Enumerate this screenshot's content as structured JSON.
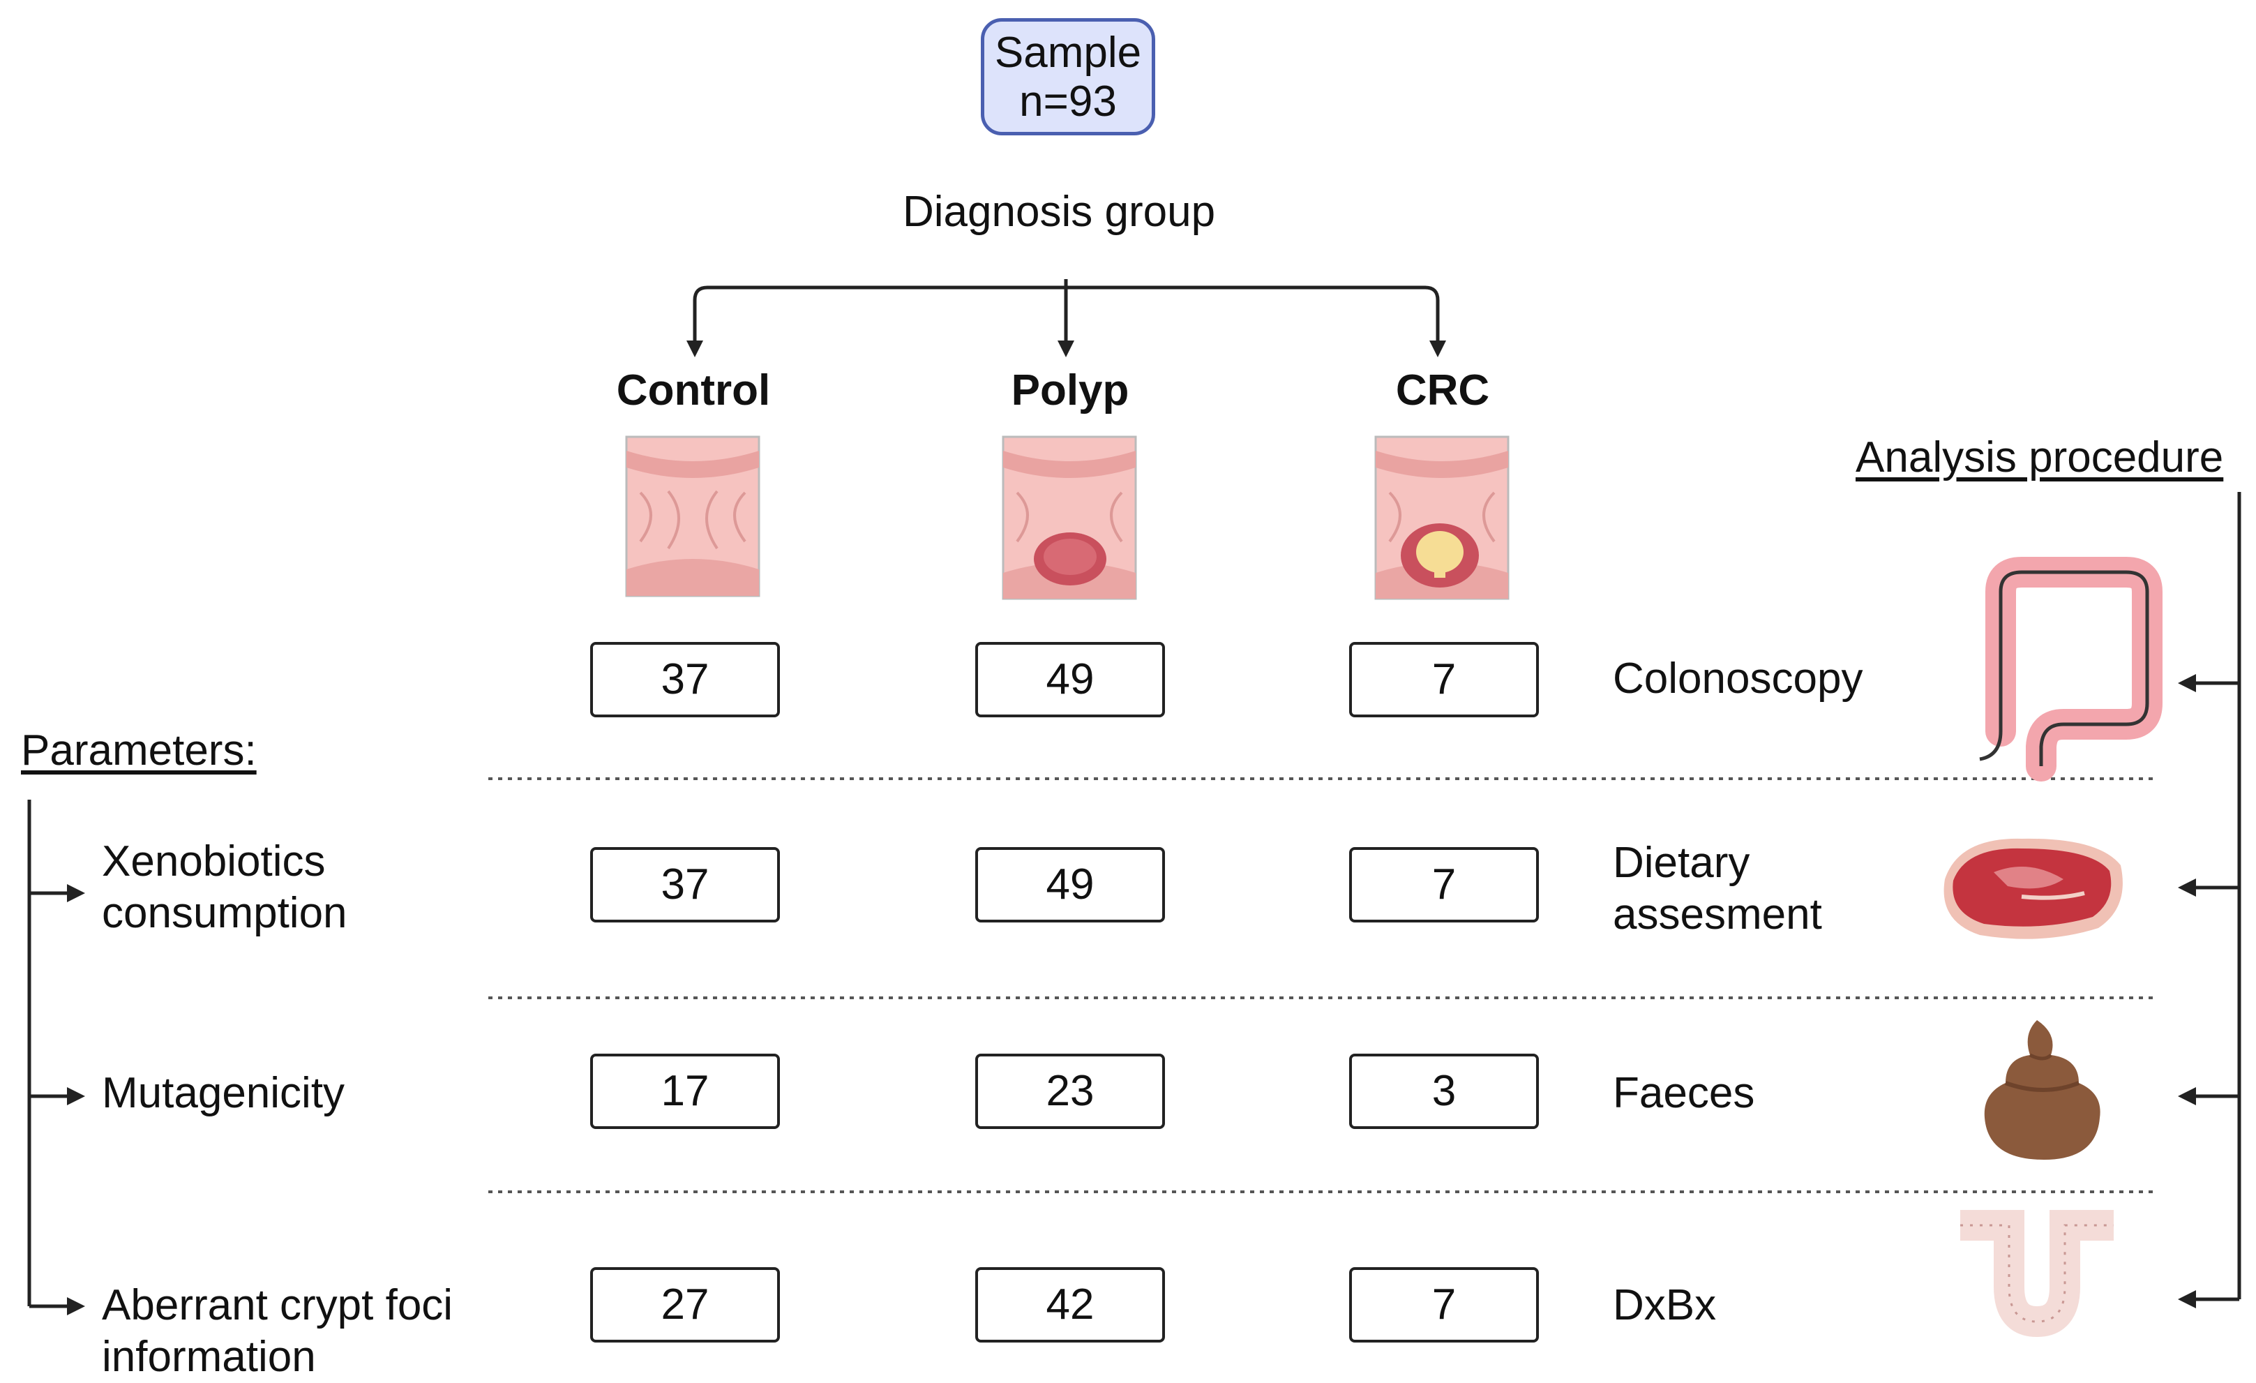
{
  "sample": {
    "line1": "Sample",
    "line2": "n=93"
  },
  "diagnosis_label": "Diagnosis group",
  "groups": [
    {
      "id": "control",
      "label": "Control"
    },
    {
      "id": "polyp",
      "label": "Polyp"
    },
    {
      "id": "crc",
      "label": "CRC"
    }
  ],
  "parameters_heading": "Parameters:",
  "analysis_heading": "Analysis procedure",
  "rows": [
    {
      "parameter": [],
      "procedure": [
        "Colonoscopy"
      ],
      "counts": [
        "37",
        "49",
        "7"
      ],
      "icon": "colon-icon"
    },
    {
      "parameter": [
        "Xenobiotics",
        "consumption"
      ],
      "procedure": [
        "Dietary",
        "assesment"
      ],
      "counts": [
        "37",
        "49",
        "7"
      ],
      "icon": "meat-steak-icon"
    },
    {
      "parameter": [
        "Mutagenicity"
      ],
      "procedure": [
        "Faeces"
      ],
      "counts": [
        "17",
        "23",
        "3"
      ],
      "icon": "faeces-icon"
    },
    {
      "parameter": [
        "Aberrant crypt foci",
        "information"
      ],
      "procedure": [
        "DxBx"
      ],
      "counts": [
        "27",
        "42",
        "7"
      ],
      "icon": "crypt-biopsy-icon"
    }
  ],
  "colors": {
    "sample_border": "#4a5fb0",
    "sample_fill": "#dde3fb",
    "tissue": "#f3b6b4",
    "lesion": "#c9505d",
    "tumor_core": "#f6dd95",
    "faeces": "#8b5a3c",
    "meat": "#c4343f"
  }
}
